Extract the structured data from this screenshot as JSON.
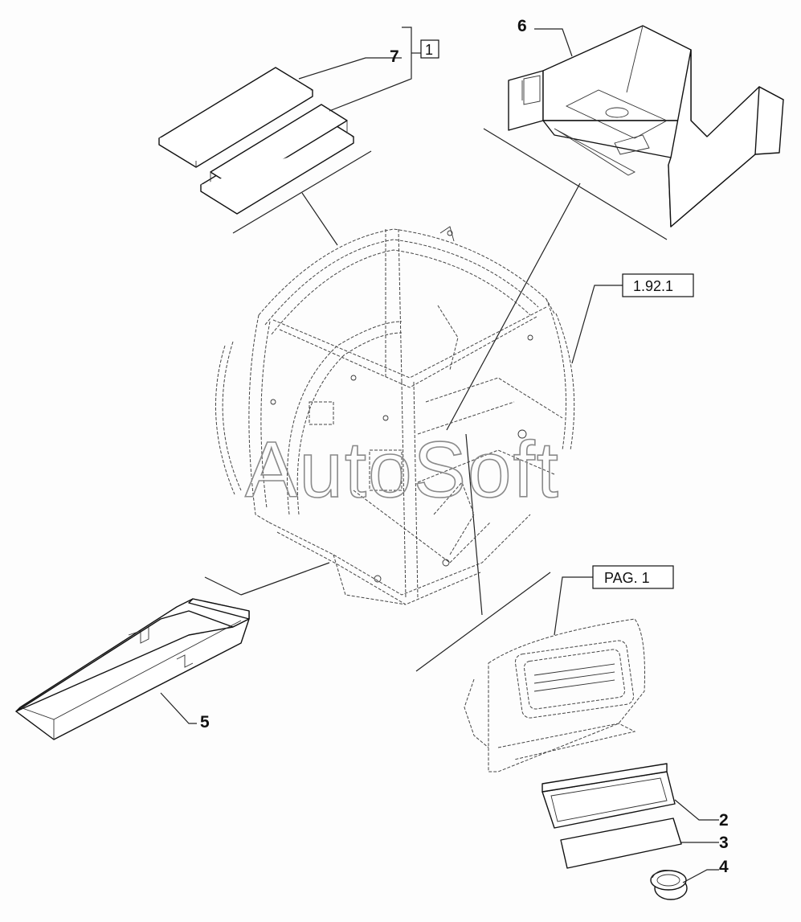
{
  "callouts": {
    "c7": "7",
    "c6": "6",
    "c5": "5",
    "c2": "2",
    "c3": "3",
    "c4": "4"
  },
  "references": {
    "ref_group": "1",
    "ref_1921": "1.92.1",
    "ref_pag1": "PAG. 1"
  },
  "watermark": "AutoSoft"
}
